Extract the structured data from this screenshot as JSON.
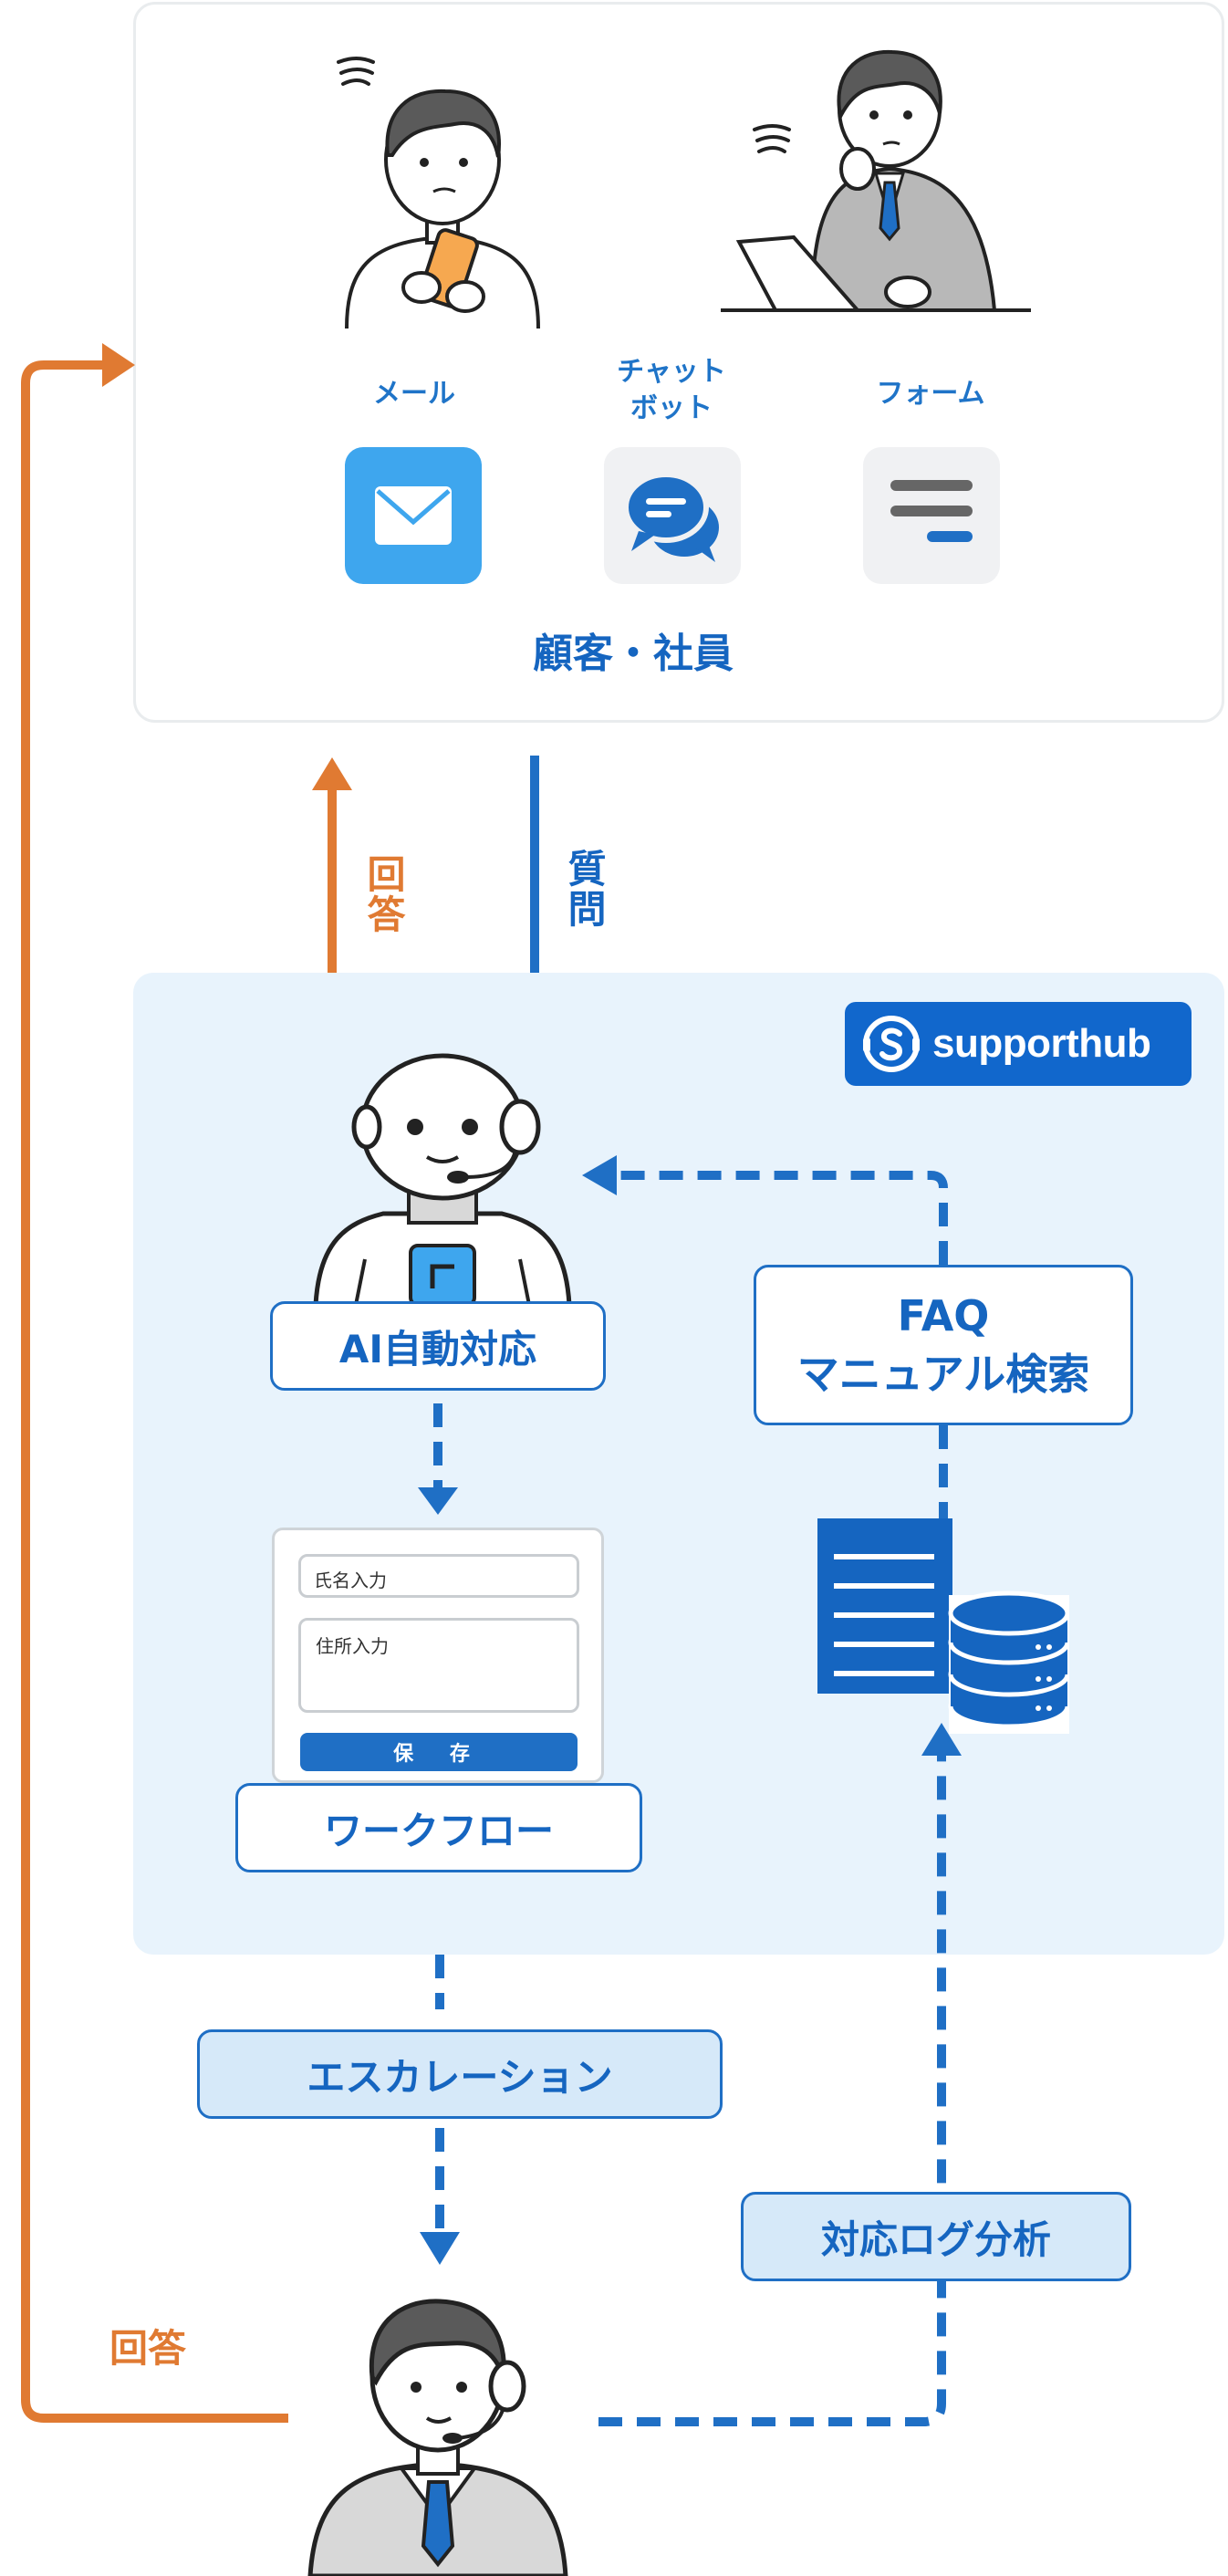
{
  "top_card": {
    "channels": [
      {
        "label": "メール",
        "icon": "mail-icon",
        "color": "#3ea6ee"
      },
      {
        "label": "チャット\nボット",
        "icon": "chat-bubble-icon",
        "color": "#f0f1f3"
      },
      {
        "label": "フォーム",
        "icon": "form-lines-icon",
        "color": "#f0f1f3"
      }
    ],
    "title": "顧客・社員"
  },
  "arrows": {
    "question_label": "質問",
    "answer_label_top": "回答",
    "answer_label_bottom": "回答"
  },
  "system_panel": {
    "logo_text": "supporthub",
    "ai_label": "AI自動対応",
    "faq_label_line1": "FAQ",
    "faq_label_line2": "マニュアル検索",
    "workflow_label": "ワークフロー",
    "form": {
      "name_placeholder": "氏名入力",
      "address_placeholder": "住所入力",
      "save_label": "保 存"
    }
  },
  "escalation_label": "エスカレーション",
  "log_analysis_label": "対応ログ分析",
  "colors": {
    "blue": "#1f6fc5",
    "orange": "#e07a32",
    "panel_bg": "#e8f3fc",
    "accent_blue": "#1167cc"
  }
}
